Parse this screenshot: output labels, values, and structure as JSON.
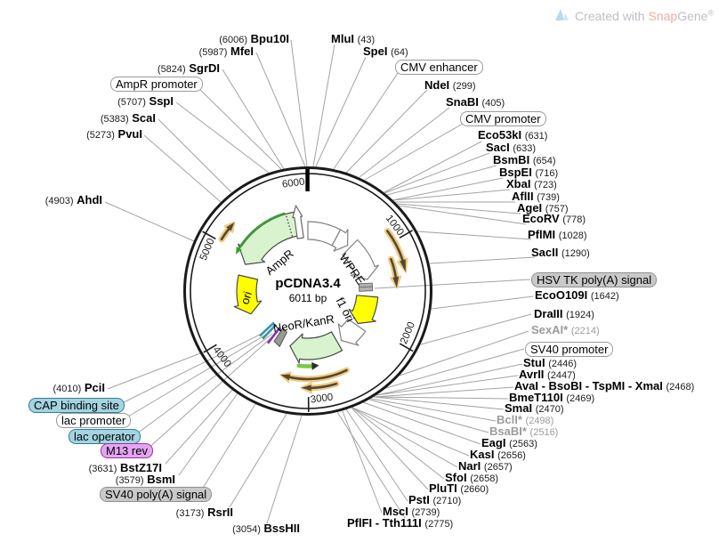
{
  "watermark": {
    "text_prefix": "Created with ",
    "brand_a": "Snap",
    "brand_b": "Gene",
    "reg": "®"
  },
  "plasmid": {
    "name": "pCDNA3.4",
    "size": "6011 bp"
  },
  "tick_labels": [
    "1000",
    "2000",
    "3000",
    "4000",
    "5000",
    "6000"
  ],
  "arc_labels": {
    "ampr": "AmpR",
    "ori": "ori",
    "wpre": "WPRE",
    "f1ori": "f1 ori",
    "neor": "NeoR/KanR"
  },
  "feature_boxes": {
    "ampr_promoter": "AmpR promoter",
    "cmv_enhancer": "CMV enhancer",
    "cmv_promoter": "CMV promoter",
    "hsv_tk_polya": "HSV TK poly(A) signal",
    "sv40_promoter": "SV40 promoter",
    "sv40_polya": "SV40 poly(A) signal",
    "cap_binding": "CAP binding site",
    "lac_promoter": "lac promoter",
    "lac_operator": "lac operator",
    "m13_rev": "M13 rev"
  },
  "enzymes": {
    "bpu10I": {
      "name": "Bpu10I",
      "pos": "(6006)"
    },
    "mfeI": {
      "name": "MfeI",
      "pos": "(5987)"
    },
    "sgrDI": {
      "name": "SgrDI",
      "pos": "(5824)"
    },
    "sspI": {
      "name": "SspI",
      "pos": "(5707)"
    },
    "scaI": {
      "name": "ScaI",
      "pos": "(5383)"
    },
    "pvuI": {
      "name": "PvuI",
      "pos": "(5273)"
    },
    "ahdI": {
      "name": "AhdI",
      "pos": "(4903)"
    },
    "pciI": {
      "name": "PciI",
      "pos": "(4010)"
    },
    "bstZ17I": {
      "name": "BstZ17I",
      "pos": "(3631)"
    },
    "bsmI": {
      "name": "BsmI",
      "pos": "(3579)"
    },
    "rsrII": {
      "name": "RsrII",
      "pos": "(3173)"
    },
    "bssHII": {
      "name": "BssHII",
      "pos": "(3054)"
    },
    "mluI": {
      "name": "MluI",
      "pos": "(43)"
    },
    "speI": {
      "name": "SpeI",
      "pos": "(64)"
    },
    "ndeI": {
      "name": "NdeI",
      "pos": "(299)"
    },
    "snaBI": {
      "name": "SnaBI",
      "pos": "(405)"
    },
    "eco53kI": {
      "name": "Eco53kI",
      "pos": "(631)"
    },
    "sacI": {
      "name": "SacI",
      "pos": "(633)"
    },
    "bsmBI": {
      "name": "BsmBI",
      "pos": "(654)"
    },
    "bspEI": {
      "name": "BspEI",
      "pos": "(716)"
    },
    "xbaI": {
      "name": "XbaI",
      "pos": "(723)"
    },
    "aflII": {
      "name": "AflII",
      "pos": "(739)"
    },
    "ageI": {
      "name": "AgeI",
      "pos": "(757)"
    },
    "ecoRV": {
      "name": "EcoRV",
      "pos": "(778)"
    },
    "pflMI": {
      "name": "PflMI",
      "pos": "(1028)"
    },
    "sacII": {
      "name": "SacII",
      "pos": "(1290)"
    },
    "ecoO109I": {
      "name": "EcoO109I",
      "pos": "(1642)"
    },
    "draIII": {
      "name": "DraIII",
      "pos": "(1924)"
    },
    "sexAI": {
      "name": "SexAI*",
      "pos": "(2214)"
    },
    "stuI": {
      "name": "StuI",
      "pos": "(2446)"
    },
    "avrII": {
      "name": "AvrII",
      "pos": "(2447)"
    },
    "avaGroup": {
      "name": "AvaI - BsoBI - TspMI - XmaI",
      "pos": "(2468)"
    },
    "bmeT110I": {
      "name": "BmeT110I",
      "pos": "(2469)"
    },
    "smaI": {
      "name": "SmaI",
      "pos": "(2470)"
    },
    "bclI": {
      "name": "BclI*",
      "pos": "(2498)"
    },
    "bsaBI": {
      "name": "BsaBI*",
      "pos": "(2516)"
    },
    "eagI": {
      "name": "EagI",
      "pos": "(2563)"
    },
    "kasI": {
      "name": "KasI",
      "pos": "(2656)"
    },
    "narI": {
      "name": "NarI",
      "pos": "(2657)"
    },
    "sfoI": {
      "name": "SfoI",
      "pos": "(2658)"
    },
    "pluTI": {
      "name": "PluTI",
      "pos": "(2660)"
    },
    "pstI": {
      "name": "PstI",
      "pos": "(2710)"
    },
    "mscI": {
      "name": "MscI",
      "pos": "(2739)"
    },
    "pflFIGroup": {
      "name": "PflFI - Tth111I",
      "pos": "(2775)"
    }
  },
  "colors": {
    "orf_green": "#d8f3cd",
    "origin_yellow": "#ffff00",
    "orange_halo": "#f4c87e",
    "teal_box": "#a3d4e0",
    "purple_box": "#e5a4f2",
    "gray_box": "#c9c9c9"
  }
}
